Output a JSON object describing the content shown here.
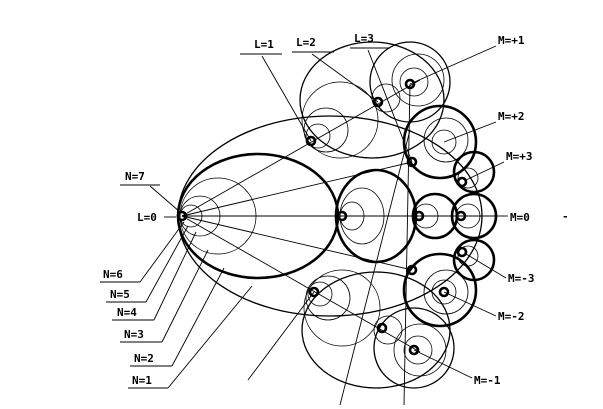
{
  "diagram": {
    "l_labels": [
      "L=1",
      "L=2",
      "L=3",
      "L=0"
    ],
    "m_labels": [
      "M=+1",
      "M=+2",
      "M=+3",
      "M=0",
      "M=-3",
      "M=-2",
      "M=-1"
    ],
    "n_labels": [
      "N=7",
      "N=6",
      "N=5",
      "N=4",
      "N=3",
      "N=2",
      "N=1"
    ],
    "stray_mark": "-"
  }
}
